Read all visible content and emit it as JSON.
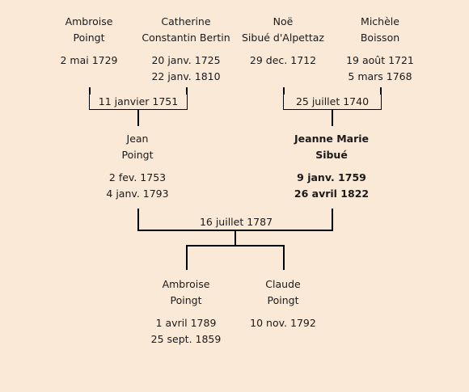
{
  "people": {
    "ambroise_sr": {
      "name1": "Ambroise",
      "name2": "Poingt",
      "date1": "2 mai 1729",
      "date2": ""
    },
    "catherine": {
      "name1": "Catherine",
      "name2": "Constantin Bertin",
      "date1": "20 janv. 1725",
      "date2": "22 janv. 1810"
    },
    "noe": {
      "name1": "Noë",
      "name2": "Sibué d'Alpettaz",
      "date1": "29 dec. 1712",
      "date2": ""
    },
    "michele": {
      "name1": "Michèle",
      "name2": "Boisson",
      "date1": "19 août 1721",
      "date2": "5 mars 1768"
    },
    "jean": {
      "name1": "Jean",
      "name2": "Poingt",
      "date1": "2 fev. 1753",
      "date2": "4 janv. 1793"
    },
    "jeanne_marie": {
      "name1": "Jeanne Marie",
      "name2": "Sibué",
      "date1": "9 janv. 1759",
      "date2": "26 avril 1822"
    },
    "ambroise_jr": {
      "name1": "Ambroise",
      "name2": "Poingt",
      "date1": "1 avril 1789",
      "date2": "25 sept. 1859"
    },
    "claude": {
      "name1": "Claude",
      "name2": "Poingt",
      "date1": "10 nov. 1792",
      "date2": ""
    }
  },
  "marriages": {
    "poingt_bertin": "11 janvier 1751",
    "sibue_boisson": "25 juillet 1740",
    "poingt_sibue": "16 juillet 1787"
  }
}
